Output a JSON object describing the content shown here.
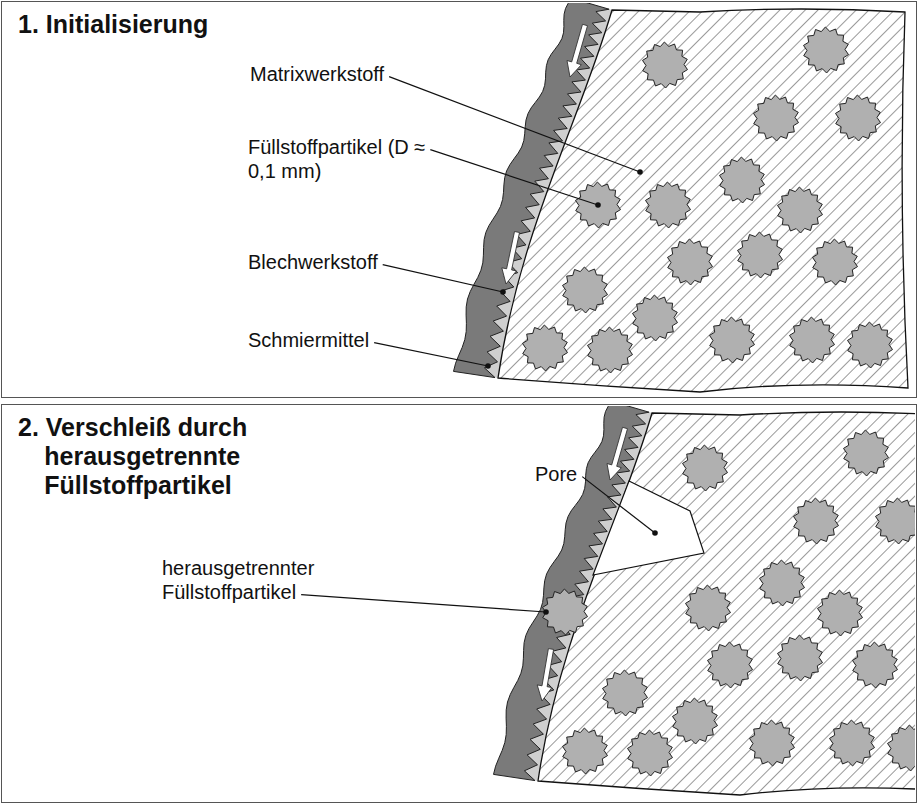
{
  "diagram": {
    "nodes": [
      {
        "text": [
          "1. Initialisierung"
        ]
      },
      {
        "text": [
          "2. Verschleiß durch herausgetrennte Füllstoffpartikel"
        ]
      }
    ],
    "labels": [
      "Matrixwerkstoff",
      "Füllstoffpartikel (D ≈ 0,1 mm)",
      "Blechwerkstoff",
      "Schmiermittel",
      "Pore",
      "herausgetrennter Füllstoffpartikel"
    ]
  }
}
